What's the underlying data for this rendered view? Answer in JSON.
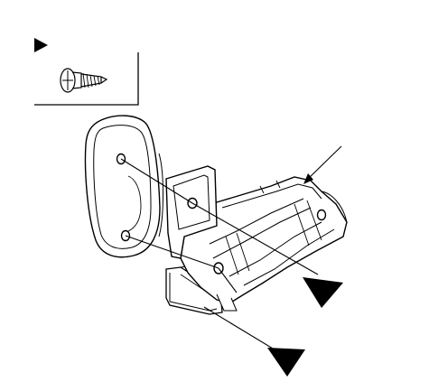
{
  "figure": {
    "background": "#ffffff",
    "line_color": "#000000",
    "inset_box": {
      "marker": "black-triangle-marker",
      "fastener": "screw-icon"
    },
    "callouts": [
      {
        "name": "screw-callout-triangle-upper"
      },
      {
        "name": "screw-callout-triangle-lower"
      },
      {
        "name": "leader-arrow-bracket"
      }
    ],
    "parts": [
      {
        "name": "mirror-housing"
      },
      {
        "name": "door-mount-bracket"
      },
      {
        "name": "bracket-clip"
      }
    ]
  }
}
